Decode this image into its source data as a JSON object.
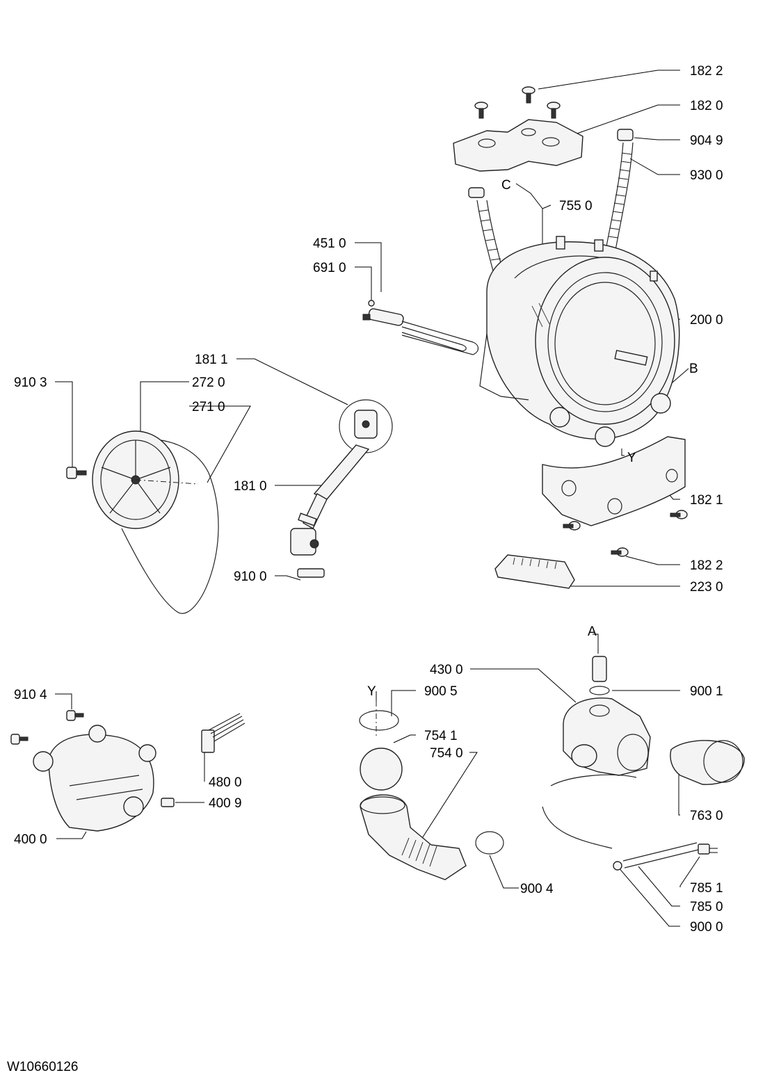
{
  "callouts": [
    {
      "id": "c1822a",
      "text": "182 2"
    },
    {
      "id": "c1820",
      "text": "182 0"
    },
    {
      "id": "c9049",
      "text": "904 9"
    },
    {
      "id": "c9300",
      "text": "930 0"
    },
    {
      "id": "cC",
      "text": "C"
    },
    {
      "id": "c7550",
      "text": "755 0"
    },
    {
      "id": "c4510",
      "text": "451 0"
    },
    {
      "id": "c6910",
      "text": "691 0"
    },
    {
      "id": "c2000",
      "text": "200 0"
    },
    {
      "id": "c1811",
      "text": "181 1"
    },
    {
      "id": "cB",
      "text": "B"
    },
    {
      "id": "c9103",
      "text": "910 3"
    },
    {
      "id": "c2720",
      "text": "272 0"
    },
    {
      "id": "c2710",
      "text": "271 0"
    },
    {
      "id": "cY1",
      "text": "Y"
    },
    {
      "id": "c1810",
      "text": "181 0"
    },
    {
      "id": "c1821",
      "text": "182 1"
    },
    {
      "id": "c1822b",
      "text": "182 2"
    },
    {
      "id": "c9100",
      "text": "910 0"
    },
    {
      "id": "c2230",
      "text": "223 0"
    },
    {
      "id": "cA",
      "text": "A"
    },
    {
      "id": "c4300",
      "text": "430 0"
    },
    {
      "id": "cY2",
      "text": "Y"
    },
    {
      "id": "c9005",
      "text": "900 5"
    },
    {
      "id": "c9001",
      "text": "900 1"
    },
    {
      "id": "c9104",
      "text": "910 4"
    },
    {
      "id": "c7541",
      "text": "754 1"
    },
    {
      "id": "c7540",
      "text": "754 0"
    },
    {
      "id": "c4800",
      "text": "480 0"
    },
    {
      "id": "c7630",
      "text": "763 0"
    },
    {
      "id": "c4009",
      "text": "400 9"
    },
    {
      "id": "c4000",
      "text": "400 0"
    },
    {
      "id": "c9004",
      "text": "900 4"
    },
    {
      "id": "c7851",
      "text": "785 1"
    },
    {
      "id": "c7850",
      "text": "785 0"
    },
    {
      "id": "c9000",
      "text": "900 0"
    }
  ],
  "document_id": "W10660126"
}
